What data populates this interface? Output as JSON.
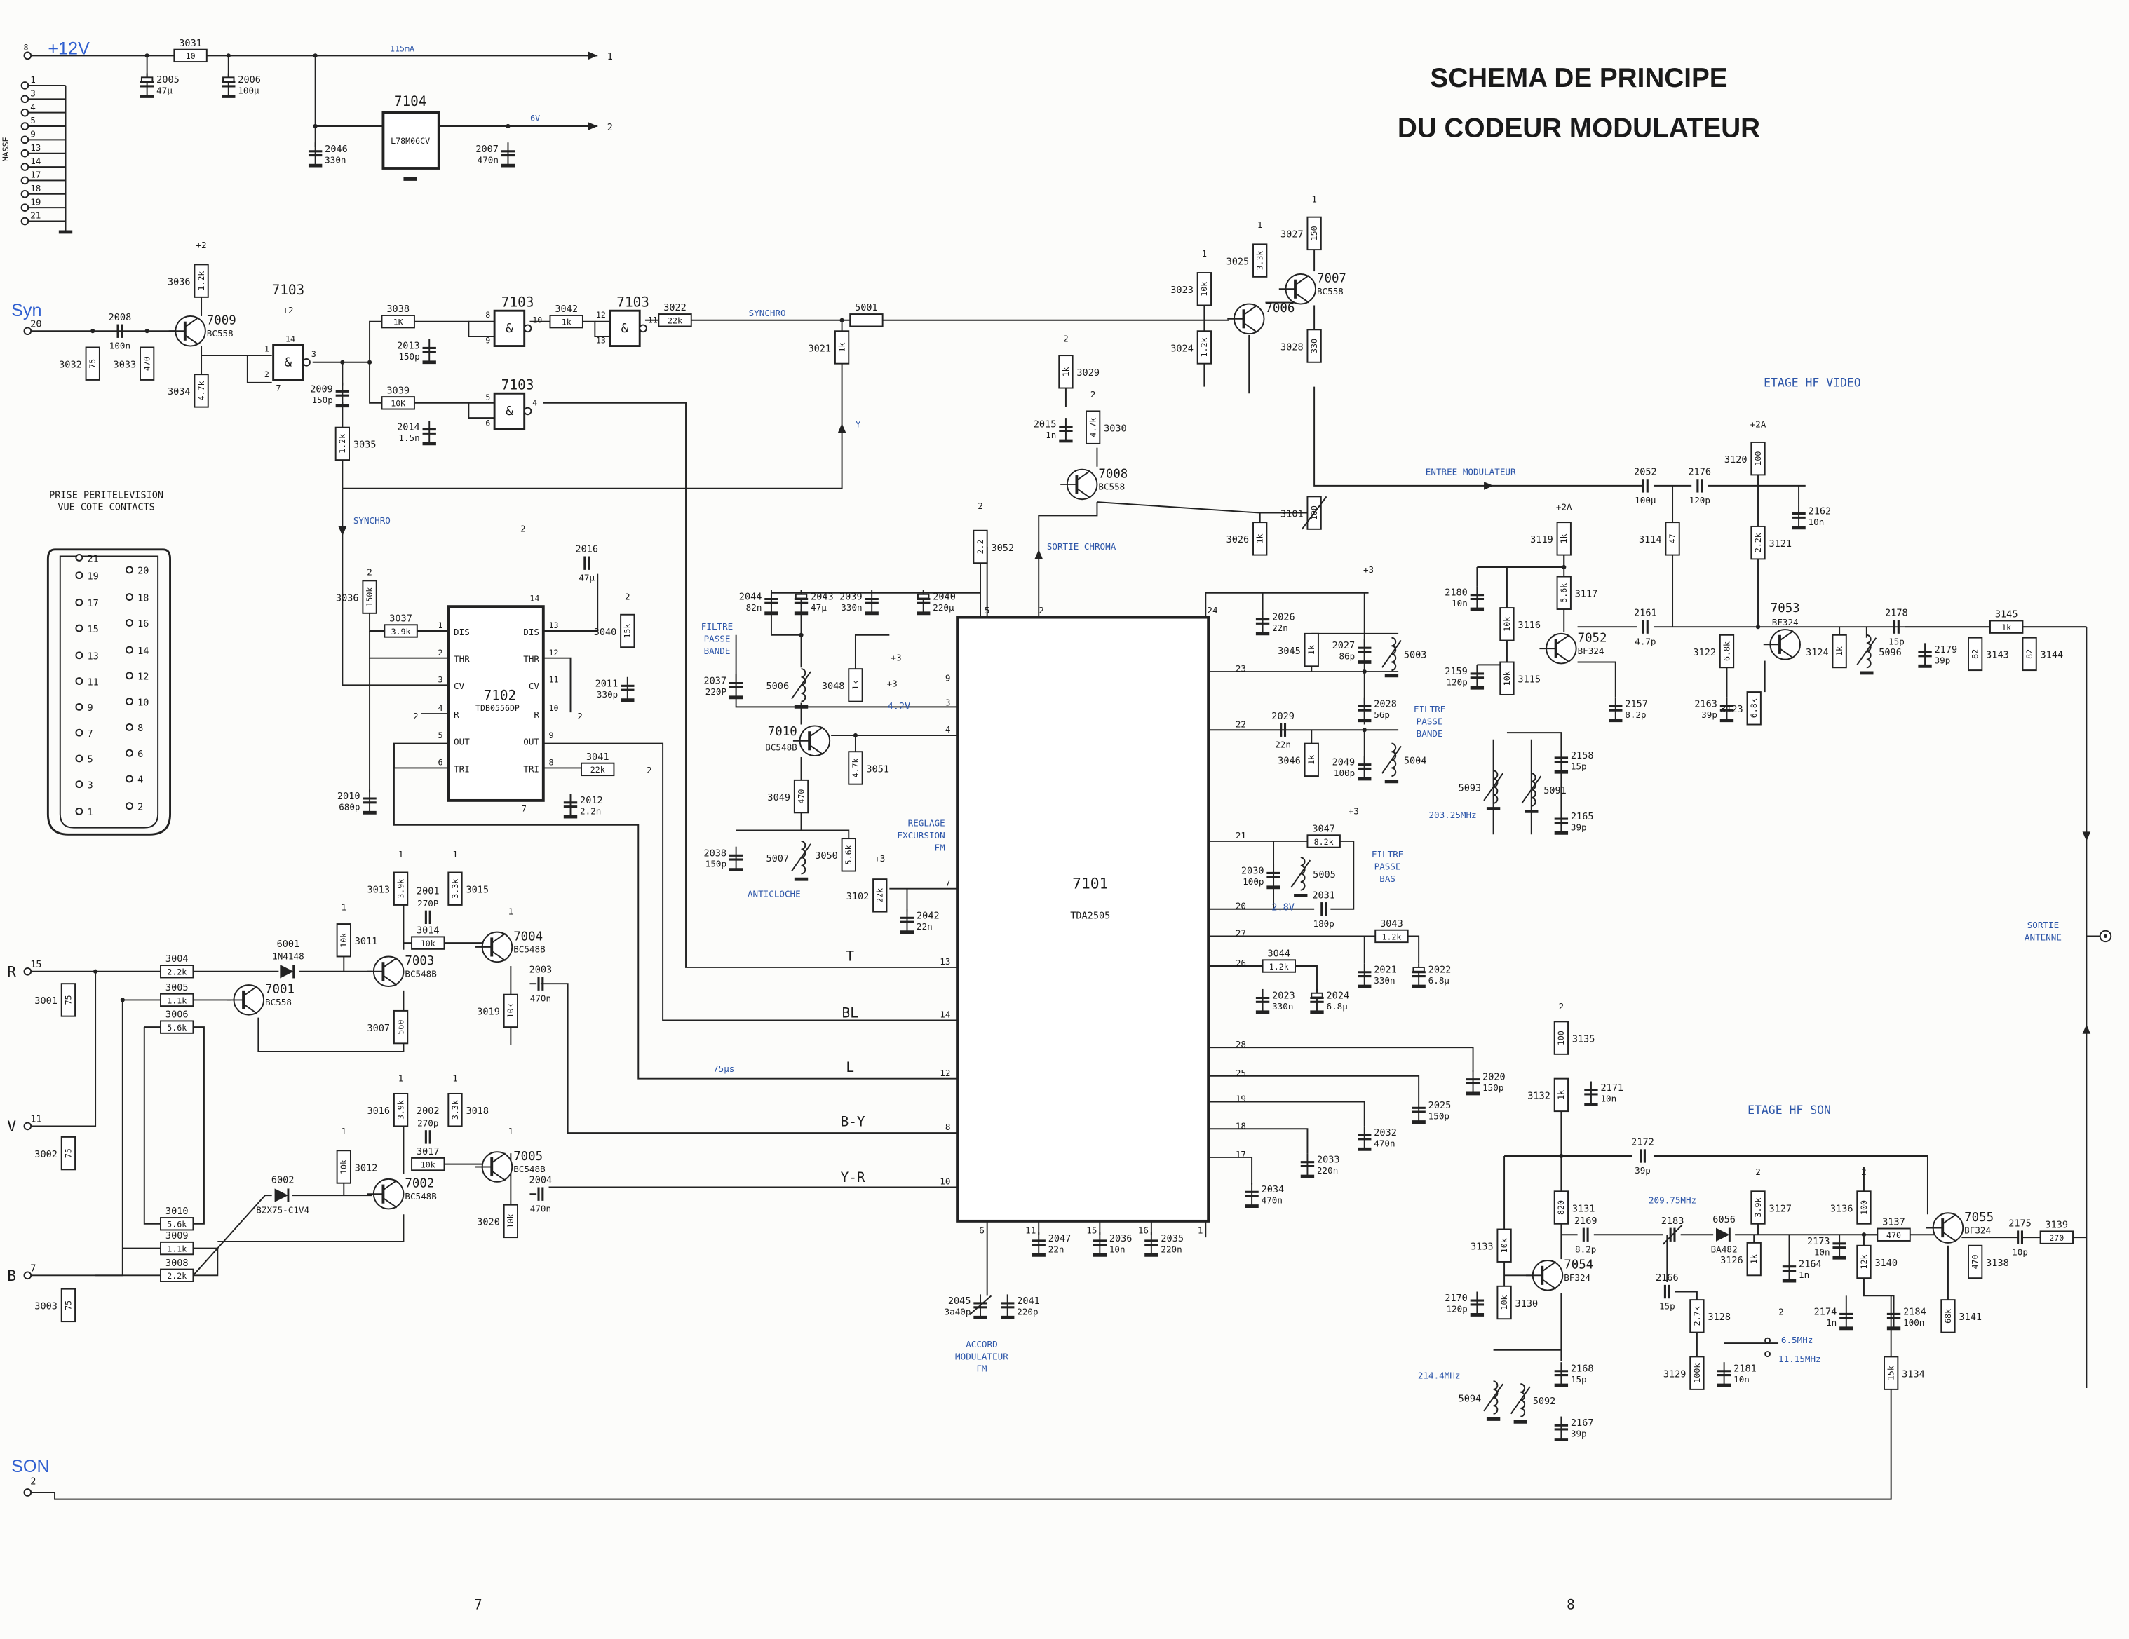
{
  "title": {
    "line1": "SCHEMA DE PRINCIPE",
    "line2": "DU CODEUR MODULATEUR"
  },
  "page_numbers": {
    "left": "7",
    "right": "8"
  },
  "inputs": {
    "v12": "+12V",
    "syn": "Syn",
    "son": "SON",
    "r": "R",
    "v": "V",
    "b": "B",
    "masse": "MASSE"
  },
  "terminal_pins": {
    "v12": "8",
    "syn": "20",
    "r": "15",
    "v": "11",
    "b": "7",
    "son": "2",
    "out1": "1",
    "out2": "2",
    "masse": [
      "1",
      "3",
      "4",
      "5",
      "9",
      "13",
      "14",
      "17",
      "18",
      "19",
      "21"
    ]
  },
  "connector": {
    "title": "PRISE PERITELEVISION",
    "subtitle": "VUE COTE CONTACTS",
    "pins_left": [
      "21",
      "19",
      "17",
      "15",
      "13",
      "11",
      "9",
      "7",
      "5",
      "3",
      "1"
    ],
    "pins_right": [
      "20",
      "18",
      "16",
      "14",
      "12",
      "10",
      "8",
      "6",
      "4",
      "2"
    ]
  },
  "labels": {
    "current": "115mA",
    "v6": "6V",
    "synchro1": "SYNCHRO",
    "synchro2": "SYNCHRO",
    "y": "Y",
    "sortie_chroma": "SORTIE CHROMA",
    "entree_mod": "ENTREE MODULATEUR",
    "fpb1_1": "FILTRE",
    "fpb1_2": "PASSE",
    "fpb1_3": "BANDE",
    "v42": "4.2V",
    "reg1": "REGLAGE",
    "reg2": "EXCURSION",
    "reg3": "FM",
    "anticloche": "ANTICLOCHE",
    "fpb2_1": "FILTRE",
    "fpb2_2": "PASSE",
    "fpb2_3": "BANDE",
    "fbas1": "FILTRE",
    "fbas2": "PASSE",
    "fbas3": "BAS",
    "v28": "2.8V",
    "acc1": "ACCORD",
    "acc2": "MODULATEUR",
    "acc3": "FM",
    "etage_video": "ETAGE HF VIDEO",
    "etage_son": "ETAGE HF SON",
    "sortie1": "SORTIE",
    "sortie2": "ANTENNE",
    "f203": "203.25MHz",
    "f209": "209.75MHz",
    "f214": "214.4MHz",
    "f65": "6.5MHz",
    "f1115": "11.15MHz",
    "t": "T",
    "bl": "BL",
    "l": "L",
    "by": "B-Y",
    "yr": "Y-R",
    "us75": "75µs"
  },
  "supplies": [
    "+2",
    "+2",
    "2",
    "2",
    "2",
    "2",
    "2",
    "2",
    "1",
    "1",
    "1",
    "+3",
    "+3",
    "+3",
    "+3",
    "+3",
    "+2A",
    "+2A",
    "2",
    "2",
    "2",
    "2",
    "1",
    "1",
    "1",
    "1",
    "1",
    "1",
    "1",
    "1",
    "2",
    "2",
    "2"
  ],
  "ics": {
    "7101": {
      "ref": "7101",
      "model": "TDA2505",
      "pins": [
        "5",
        "2",
        "24",
        "9",
        "3",
        "4",
        "7",
        "13",
        "14",
        "12",
        "8",
        "10",
        "23",
        "22",
        "21",
        "20",
        "27",
        "26",
        "28",
        "25",
        "19",
        "18",
        "17",
        "6",
        "11",
        "15",
        "16",
        "1"
      ]
    },
    "7102": {
      "ref": "7102",
      "model": "TDB0556DP",
      "pins_left": [
        "1",
        "2",
        "3",
        "4",
        "5",
        "6"
      ],
      "pins_right": [
        "13",
        "12",
        "11",
        "10",
        "9",
        "8"
      ],
      "pin_top": "14",
      "pin_bottom": "7",
      "fn_left": [
        "DIS",
        "THR",
        "CV",
        "R",
        "OUT",
        "TRI"
      ],
      "fn_right": [
        "DIS",
        "THR",
        "CV",
        "R",
        "OUT",
        "TRI"
      ]
    },
    "7104": {
      "ref": "7104",
      "model": "L78M06CV"
    }
  },
  "gates": [
    {
      "ref": "7103",
      "symbol": "&",
      "pins": [
        "1",
        "2",
        "3",
        "14",
        "7"
      ]
    },
    {
      "ref": "7103",
      "symbol": "&",
      "pins": [
        "8",
        "9",
        "10"
      ]
    },
    {
      "ref": "7103",
      "symbol": "&",
      "pins": [
        "12",
        "13",
        "11"
      ]
    },
    {
      "ref": "7103",
      "symbol": "&",
      "pins": [
        "5",
        "6",
        "4"
      ]
    }
  ],
  "components": {
    "3031": {
      "ref": "3031",
      "value": "10"
    },
    "2005": {
      "ref": "2005",
      "value": "47µ"
    },
    "2006": {
      "ref": "2006",
      "value": "100µ"
    },
    "2046": {
      "ref": "2046",
      "value": "330n"
    },
    "2007": {
      "ref": "2007",
      "value": "470n"
    },
    "3036a": {
      "ref": "3036",
      "value": "1.2k"
    },
    "2008": {
      "ref": "2008",
      "value": "100n"
    },
    "3032": {
      "ref": "3032",
      "value": "75"
    },
    "3033": {
      "ref": "3033",
      "value": "470"
    },
    "7009": {
      "ref": "7009",
      "value": "BC558"
    },
    "3034": {
      "ref": "3034",
      "value": "4.7k"
    },
    "2009": {
      "ref": "2009",
      "value": "150p"
    },
    "3035": {
      "ref": "3035",
      "value": "1.2k"
    },
    "3038": {
      "ref": "3038",
      "value": "1K"
    },
    "2013": {
      "ref": "2013",
      "value": "150p"
    },
    "3042": {
      "ref": "3042",
      "value": "1k"
    },
    "3022": {
      "ref": "3022",
      "value": "22k"
    },
    "3039": {
      "ref": "3039",
      "value": "10K"
    },
    "2014": {
      "ref": "2014",
      "value": "1.5n"
    },
    "5001": {
      "ref": "5001",
      "value": ""
    },
    "3021": {
      "ref": "3021",
      "value": "1k"
    },
    "3029": {
      "ref": "3029",
      "value": "1k"
    },
    "2015": {
      "ref": "2015",
      "value": "1n"
    },
    "3030": {
      "ref": "3030",
      "value": "4.7k"
    },
    "7008": {
      "ref": "7008",
      "value": "BC558"
    },
    "3023": {
      "ref": "3023",
      "value": "10k"
    },
    "3025": {
      "ref": "3025",
      "value": "3.3k"
    },
    "3027": {
      "ref": "3027",
      "value": "150"
    },
    "7006": {
      "ref": "7006",
      "value": ""
    },
    "7007": {
      "ref": "7007",
      "value": "BC558"
    },
    "3024": {
      "ref": "3024",
      "value": "1.2k"
    },
    "3028": {
      "ref": "3028",
      "value": "330"
    },
    "3026": {
      "ref": "3026",
      "value": "1k"
    },
    "3101": {
      "ref": "3101",
      "value": "100"
    },
    "3052": {
      "ref": "3052",
      "value": "2.2"
    },
    "2044": {
      "ref": "2044",
      "value": "82n"
    },
    "2043": {
      "ref": "2043",
      "value": "47µ"
    },
    "2039": {
      "ref": "2039",
      "value": "330n"
    },
    "2040": {
      "ref": "2040",
      "value": "220µ"
    },
    "2037": {
      "ref": "2037",
      "value": "220P"
    },
    "5006": {
      "ref": "5006",
      "value": ""
    },
    "3048": {
      "ref": "3048",
      "value": "1k"
    },
    "7010": {
      "ref": "7010",
      "value": "BC548B"
    },
    "3051": {
      "ref": "3051",
      "value": "4.7k"
    },
    "3049": {
      "ref": "3049",
      "value": "470"
    },
    "2038": {
      "ref": "2038",
      "value": "150p"
    },
    "5007": {
      "ref": "5007",
      "value": ""
    },
    "3050": {
      "ref": "3050",
      "value": "5.6k"
    },
    "3102": {
      "ref": "3102",
      "value": "22k"
    },
    "2042": {
      "ref": "2042",
      "value": "22n"
    },
    "3037": {
      "ref": "3037",
      "value": "3.9k"
    },
    "3036b": {
      "ref": "3036",
      "value": "150k"
    },
    "2016": {
      "ref": "2016",
      "value": "47µ"
    },
    "3040": {
      "ref": "3040",
      "value": "15k"
    },
    "2011": {
      "ref": "2011",
      "value": "330p"
    },
    "3041": {
      "ref": "3041",
      "value": "22k"
    },
    "2012": {
      "ref": "2012",
      "value": "2.2n"
    },
    "2010": {
      "ref": "2010",
      "value": "680p"
    },
    "3001": {
      "ref": "3001",
      "value": "75"
    },
    "3004": {
      "ref": "3004",
      "value": "2.2k"
    },
    "3005": {
      "ref": "3005",
      "value": "1.1k"
    },
    "3006": {
      "ref": "3006",
      "value": "5.6k"
    },
    "7001": {
      "ref": "7001",
      "value": "BC558"
    },
    "6001": {
      "ref": "6001",
      "value": "1N4148"
    },
    "7003": {
      "ref": "7003",
      "value": "BC548B"
    },
    "3011": {
      "ref": "3011",
      "value": "10k"
    },
    "3013": {
      "ref": "3013",
      "value": "3.9k"
    },
    "2001": {
      "ref": "2001",
      "value": "270P"
    },
    "3015": {
      "ref": "3015",
      "value": "3.3k"
    },
    "3014": {
      "ref": "3014",
      "value": "10k"
    },
    "7004": {
      "ref": "7004",
      "value": "BC548B"
    },
    "3007": {
      "ref": "3007",
      "value": "560"
    },
    "3019": {
      "ref": "3019",
      "value": "10k"
    },
    "2003": {
      "ref": "2003",
      "value": "470n"
    },
    "3002": {
      "ref": "3002",
      "value": "75"
    },
    "7002": {
      "ref": "7002",
      "value": "BC548B"
    },
    "6002": {
      "ref": "6002",
      "value": "BZX75-C1V4"
    },
    "3012": {
      "ref": "3012",
      "value": "10k"
    },
    "3016": {
      "ref": "3016",
      "value": "3.9k"
    },
    "2002": {
      "ref": "2002",
      "value": "270p"
    },
    "3018": {
      "ref": "3018",
      "value": "3.3k"
    },
    "3017": {
      "ref": "3017",
      "value": "10k"
    },
    "7005": {
      "ref": "7005",
      "value": "BC548B"
    },
    "2004": {
      "ref": "2004",
      "value": "470n"
    },
    "3020": {
      "ref": "3020",
      "value": "10k"
    },
    "3010": {
      "ref": "3010",
      "value": "5.6k"
    },
    "3009": {
      "ref": "3009",
      "value": "1.1k"
    },
    "3008": {
      "ref": "3008",
      "value": "2.2k"
    },
    "3003": {
      "ref": "3003",
      "value": "75"
    },
    "2026": {
      "ref": "2026",
      "value": "22n"
    },
    "3045": {
      "ref": "3045",
      "value": "1k"
    },
    "2027": {
      "ref": "2027",
      "value": "86p"
    },
    "5003": {
      "ref": "5003",
      "value": ""
    },
    "2028": {
      "ref": "2028",
      "value": "56p"
    },
    "2029": {
      "ref": "2029",
      "value": "22n"
    },
    "3046": {
      "ref": "3046",
      "value": "1k"
    },
    "2049": {
      "ref": "2049",
      "value": "100p"
    },
    "5004": {
      "ref": "5004",
      "value": ""
    },
    "3047": {
      "ref": "3047",
      "value": "8.2k"
    },
    "2030": {
      "ref": "2030",
      "value": "100p"
    },
    "5005": {
      "ref": "5005",
      "value": ""
    },
    "2031": {
      "ref": "2031",
      "value": "180p"
    },
    "3043": {
      "ref": "3043",
      "value": "1.2k"
    },
    "2021": {
      "ref": "2021",
      "value": "330n"
    },
    "2022": {
      "ref": "2022",
      "value": "6.8µ"
    },
    "3044": {
      "ref": "3044",
      "value": "1.2k"
    },
    "2023": {
      "ref": "2023",
      "value": "330n"
    },
    "2024": {
      "ref": "2024",
      "value": "6.8µ"
    },
    "2020": {
      "ref": "2020",
      "value": "150p"
    },
    "2025": {
      "ref": "2025",
      "value": "150p"
    },
    "2032": {
      "ref": "2032",
      "value": "470n"
    },
    "2033": {
      "ref": "2033",
      "value": "220n"
    },
    "2034": {
      "ref": "2034",
      "value": "470n"
    },
    "2047": {
      "ref": "2047",
      "value": "22n"
    },
    "2036": {
      "ref": "2036",
      "value": "10n"
    },
    "2035": {
      "ref": "2035",
      "value": "220n"
    },
    "2045": {
      "ref": "2045",
      "value": "3a40p"
    },
    "2041": {
      "ref": "2041",
      "value": "220p"
    },
    "2052": {
      "ref": "2052",
      "value": "100µ"
    },
    "2176": {
      "ref": "2176",
      "value": "120p"
    },
    "3120": {
      "ref": "3120",
      "value": "100"
    },
    "2162": {
      "ref": "2162",
      "value": "10n"
    },
    "3119": {
      "ref": "3119",
      "value": "1k"
    },
    "3114": {
      "ref": "3114",
      "value": "47"
    },
    "3121": {
      "ref": "3121",
      "value": "2.2k"
    },
    "2180": {
      "ref": "2180",
      "value": "10n"
    },
    "3116": {
      "ref": "3116",
      "value": "10k"
    },
    "3117": {
      "ref": "3117",
      "value": "5.6k"
    },
    "2159": {
      "ref": "2159",
      "value": "120p"
    },
    "3115": {
      "ref": "3115",
      "value": "10k"
    },
    "7052": {
      "ref": "7052",
      "value": "BF324"
    },
    "2161": {
      "ref": "2161",
      "value": "4.7p"
    },
    "7053": {
      "ref": "7053",
      "value": "BF324"
    },
    "3122": {
      "ref": "3122",
      "value": "6.8k"
    },
    "2163": {
      "ref": "2163",
      "value": "39p"
    },
    "3123": {
      "ref": "3123",
      "value": "6.8k"
    },
    "3124": {
      "ref": "3124",
      "value": "1k"
    },
    "5096": {
      "ref": "5096",
      "value": ""
    },
    "2178": {
      "ref": "2178",
      "value": "15p"
    },
    "2179": {
      "ref": "2179",
      "value": "39p"
    },
    "3143": {
      "ref": "3143",
      "value": "82"
    },
    "3145": {
      "ref": "3145",
      "value": "1k"
    },
    "3144": {
      "ref": "3144",
      "value": "82"
    },
    "2157": {
      "ref": "2157",
      "value": "8.2p"
    },
    "5093": {
      "ref": "5093",
      "value": ""
    },
    "5091": {
      "ref": "5091",
      "value": ""
    },
    "2158": {
      "ref": "2158",
      "value": "15p"
    },
    "2165": {
      "ref": "2165",
      "value": "39p"
    },
    "3135": {
      "ref": "3135",
      "value": "100"
    },
    "3132": {
      "ref": "3132",
      "value": "1k"
    },
    "2171": {
      "ref": "2171",
      "value": "10n"
    },
    "2172": {
      "ref": "2172",
      "value": "39p"
    },
    "3131": {
      "ref": "3131",
      "value": "820"
    },
    "2169": {
      "ref": "2169",
      "value": "8.2p"
    },
    "7054": {
      "ref": "7054",
      "value": "BF324"
    },
    "3133": {
      "ref": "3133",
      "value": "10k"
    },
    "3130": {
      "ref": "3130",
      "value": "10k"
    },
    "2170": {
      "ref": "2170",
      "value": "120p"
    },
    "5094": {
      "ref": "5094",
      "value": ""
    },
    "5092": {
      "ref": "5092",
      "value": ""
    },
    "2168": {
      "ref": "2168",
      "value": "15p"
    },
    "2167": {
      "ref": "2167",
      "value": "39p"
    },
    "2183": {
      "ref": "2183",
      "value": ""
    },
    "6056": {
      "ref": "6056",
      "value": "BA482"
    },
    "3127": {
      "ref": "3127",
      "value": "3.9k"
    },
    "3126": {
      "ref": "3126",
      "value": "1k"
    },
    "2164": {
      "ref": "2164",
      "value": "1n"
    },
    "2166": {
      "ref": "2166",
      "value": "15p"
    },
    "3128": {
      "ref": "3128",
      "value": "2.7k"
    },
    "3129": {
      "ref": "3129",
      "value": "100k"
    },
    "2181": {
      "ref": "2181",
      "value": "10n"
    },
    "3136": {
      "ref": "3136",
      "value": "100"
    },
    "3137": {
      "ref": "3137",
      "value": "470"
    },
    "2173": {
      "ref": "2173",
      "value": "10n"
    },
    "3140": {
      "ref": "3140",
      "value": "12k"
    },
    "2174": {
      "ref": "2174",
      "value": "1n"
    },
    "2184": {
      "ref": "2184",
      "value": "100n"
    },
    "3134": {
      "ref": "3134",
      "value": "15k"
    },
    "7055": {
      "ref": "7055",
      "value": "BF324"
    },
    "3138": {
      "ref": "3138",
      "value": "470"
    },
    "3141": {
      "ref": "3141",
      "value": "68k"
    },
    "2175": {
      "ref": "2175",
      "value": "10p"
    },
    "3139": {
      "ref": "3139",
      "value": "270"
    }
  }
}
